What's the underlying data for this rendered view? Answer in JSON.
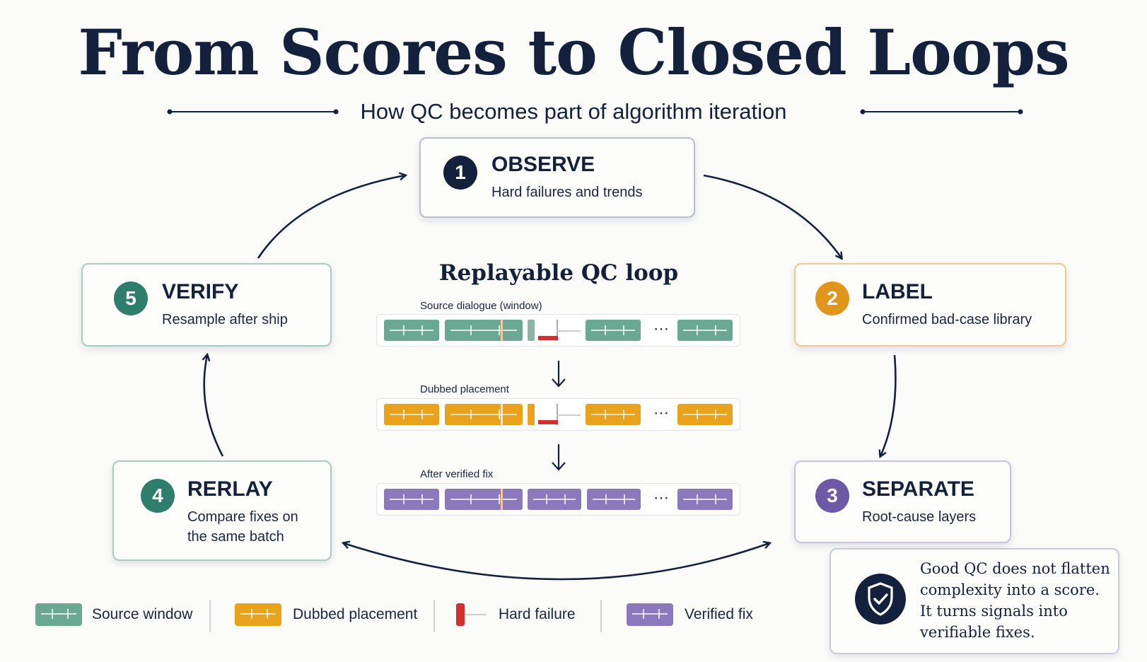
{
  "title": "From Scores to Closed Loops",
  "subtitle": "How QC becomes part of algorithm iteration",
  "steps": [
    {
      "number": "1",
      "name": "OBSERVE",
      "desc": "Hard failures and trends",
      "color": "#14213d"
    },
    {
      "number": "2",
      "name": "LABEL",
      "desc": "Confirmed bad-case library",
      "color": "#e2951b"
    },
    {
      "number": "3",
      "name": "SEPARATE",
      "desc": "Root-cause layers",
      "color": "#6d5aa6"
    },
    {
      "number": "4",
      "name": "RERLAY",
      "desc": "Compare fixes on the same batch",
      "color": "#2f7d6b"
    },
    {
      "number": "5",
      "name": "VERIFY",
      "desc": "Resample after ship",
      "color": "#2f7d6b"
    }
  ],
  "center": {
    "title": "Replayable QC loop",
    "lanes": [
      {
        "label": "Source dialogue (window)",
        "color": "#6aa894"
      },
      {
        "label": "Dubbed placement",
        "color": "#e8a21c"
      },
      {
        "label": "After verified fix",
        "color": "#8b79bd"
      }
    ],
    "ellipsis": "⋯",
    "down_arrow": "↓"
  },
  "legend": [
    {
      "label": "Source window",
      "color": "#6aa894"
    },
    {
      "label": "Dubbed placement",
      "color": "#e8a21c"
    },
    {
      "label": "Hard failure",
      "color": "#d32f2f"
    },
    {
      "label": "Verified fix",
      "color": "#8b79bd"
    }
  ],
  "note": {
    "text": "Good QC does not flatten complexity into a score. It turns signals into verifiable fixes.",
    "icon": "shield-check-icon"
  },
  "colors": {
    "navy": "#14213d",
    "border_navy": "#b7bfcc",
    "orange_border": "#f0c98a",
    "purple_border": "#c9c0e0",
    "teal_border": "#a9cbc2"
  }
}
